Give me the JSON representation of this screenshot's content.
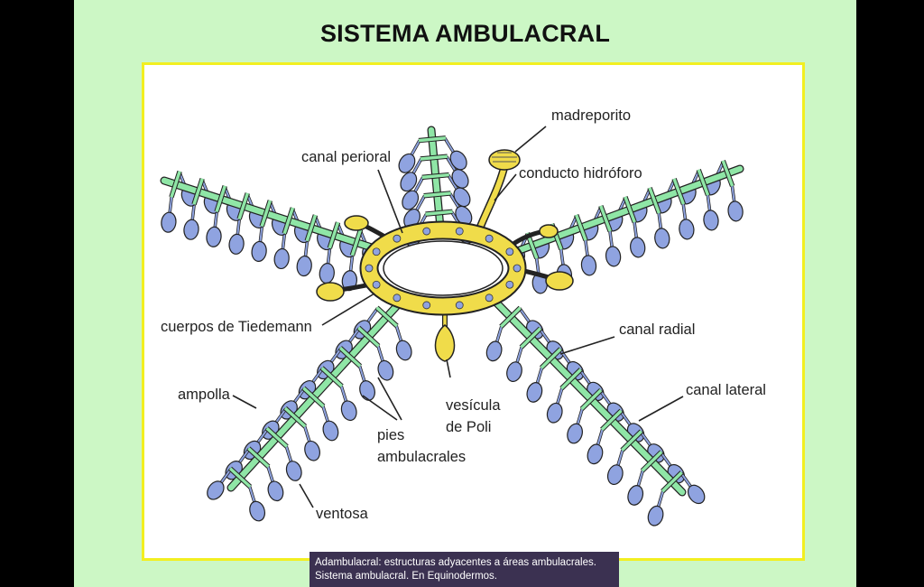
{
  "title": "SISTEMA AMBULACRAL",
  "labels": {
    "madreporito": "madreporito",
    "canal_perioral": "canal perioral",
    "conducto_hidroforo": "conducto hidróforo",
    "cuerpos_tiedemann": "cuerpos de Tiedemann",
    "canal_radial": "canal radial",
    "canal_lateral": "canal lateral",
    "ampolla": "ampolla",
    "vesicula_line1": "vesícula",
    "vesicula_line2": "de Poli",
    "pies_line1": "pies",
    "pies_line2": "ambulacrales",
    "ventosa": "ventosa"
  },
  "caption": {
    "line1": "Adambulacral: estructuras adyacentes a áreas ambulacrales.",
    "line2": "Sistema ambulacral.  En Equinodermos."
  },
  "colors": {
    "slide_bg": "#ccf7c5",
    "frame_border": "#f2ef20",
    "canal_green": "#8fe6a6",
    "ampulla_blue": "#8fa3e0",
    "ring_yellow": "#f0dc4a",
    "caption_bg": "#3b3151"
  },
  "icons": [
    "madreporite-icon",
    "polian-vesicle-icon",
    "tiedemann-body-icon",
    "tube-foot-icon"
  ]
}
